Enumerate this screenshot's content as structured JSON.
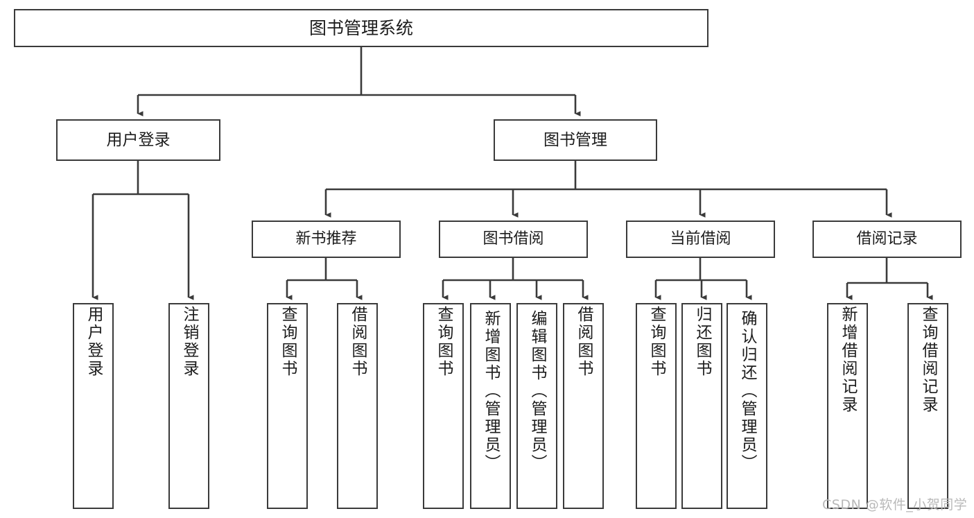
{
  "diagram": {
    "title": "图书管理系统",
    "root": {
      "label": "图书管理系统"
    },
    "level1": [
      {
        "label": "用户登录"
      },
      {
        "label": "图书管理"
      }
    ],
    "level2": [
      {
        "label": "新书推荐"
      },
      {
        "label": "图书借阅"
      },
      {
        "label": "当前借阅"
      },
      {
        "label": "借阅记录"
      }
    ],
    "leaves": {
      "user_login": [
        {
          "label": "用户登录"
        },
        {
          "label": "注销登录"
        }
      ],
      "new_book": [
        {
          "label": "查询图书"
        },
        {
          "label": "借阅图书"
        }
      ],
      "book_borrow": [
        {
          "label": "查询图书"
        },
        {
          "label": "新增图书（管理员）"
        },
        {
          "label": "编辑图书（管理员）"
        },
        {
          "label": "借阅图书"
        }
      ],
      "current_borrow": [
        {
          "label": "查询图书"
        },
        {
          "label": "归还图书"
        },
        {
          "label": "确认归还（管理员）"
        }
      ],
      "borrow_record": [
        {
          "label": "新增借阅记录"
        },
        {
          "label": "查询借阅记录"
        }
      ]
    }
  },
  "watermark": {
    "text": "CSDN @软件_小贺同学"
  },
  "colors": {
    "stroke": "#3a3a3a",
    "background": "#ffffff",
    "text": "#1c1c1c",
    "watermark": "#b9b9b9"
  }
}
